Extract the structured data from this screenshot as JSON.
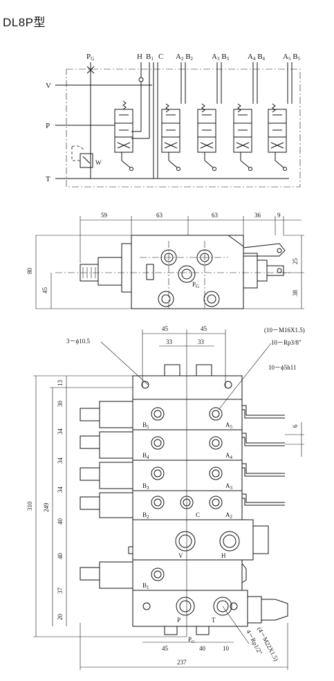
{
  "title": "DL8P型",
  "schematic": {
    "left_labels": [
      "V",
      "P",
      "T"
    ],
    "port_pg": "P",
    "port_pg_sub": "G",
    "port_h": "H",
    "port_b1": "B",
    "port_b1_sub": "1",
    "port_c": "C",
    "sections": [
      {
        "a": "A",
        "a_sub": "2",
        "b": "B",
        "b_sub": "2"
      },
      {
        "a": "A",
        "a_sub": "3",
        "b": "B",
        "b_sub": "3"
      },
      {
        "a": "A",
        "a_sub": "4",
        "b": "B",
        "b_sub": "4"
      },
      {
        "a": "A",
        "a_sub": "5",
        "b": "B",
        "b_sub": "5"
      }
    ],
    "relief_label": "W"
  },
  "side_view": {
    "top_dims": [
      "59",
      "63",
      "63",
      "36",
      "9"
    ],
    "left_dims": [
      "80",
      "45"
    ],
    "right_dims": [
      "25",
      "38"
    ],
    "port_label": "P",
    "port_label_sub": "G"
  },
  "front_view": {
    "top_dims": [
      "45",
      "45",
      "33",
      "33"
    ],
    "note_holes": "3－ϕ10.5",
    "note_thread": "(10－M16X1.5)",
    "note_rp": "10－Rp3/8\"",
    "note_shaft": "10－ϕ5h11",
    "right_dim": "6",
    "left_dims_inner": [
      "13",
      "30",
      "34",
      "34",
      "34",
      "40",
      "40",
      "37",
      "20"
    ],
    "left_total_249": "249",
    "left_total_310": "310",
    "section_labels": [
      {
        "b": "B",
        "b_sub": "5",
        "a": "A",
        "a_sub": "5"
      },
      {
        "b": "B",
        "b_sub": "4",
        "a": "A",
        "a_sub": "4"
      },
      {
        "b": "B",
        "b_sub": "3",
        "a": "A",
        "a_sub": "3"
      },
      {
        "b": "B",
        "b_sub": "2",
        "a": "A",
        "a_sub": "2"
      }
    ],
    "label_c": "C",
    "label_v": "V",
    "label_h": "H",
    "label_b1": "B",
    "label_b1_sub": "1",
    "label_p": "P",
    "label_t": "T",
    "label_pg": "P",
    "label_pg_sub": "G",
    "bottom_dims": [
      "45",
      "40",
      "10"
    ],
    "bottom_total": "237",
    "note_m22": "(4－M22X1.5)",
    "note_rp12": "4－Rp1/2\""
  }
}
